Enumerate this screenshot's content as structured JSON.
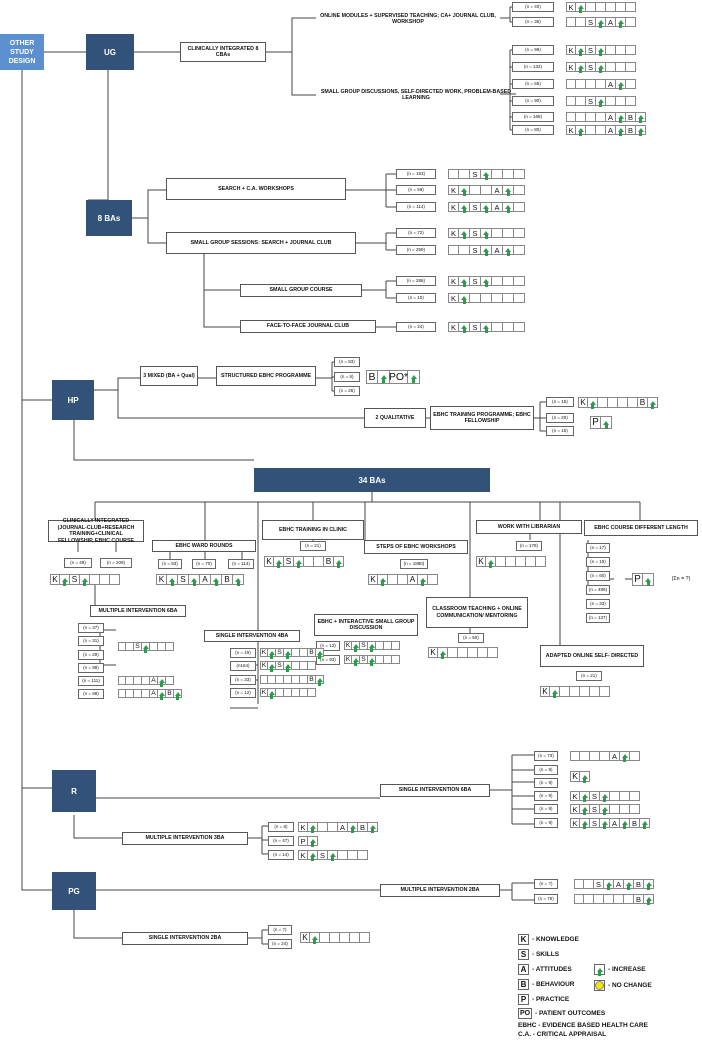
{
  "root": "OTHER STUDY DESIGN",
  "groups": {
    "ug": "UG",
    "ug8ba": "8 BAs",
    "hp": "HP",
    "hp34": "34 BAs",
    "r": "R",
    "pg": "PG"
  },
  "ug": {
    "clinically_integrated": "CLINICALLY INTEGRATED 8 CBAs",
    "online_modules": "ONLINE MODULES + SUPERVISED TEACHING; CA+ JOURNAL CLUB, WORKSHOP",
    "small_group_discussions": "SMALL GROUP DISCUSSIONS, SELF-DIRECTED WORK, PROBLEM-BASED LEARNING",
    "search_ca": "SEARCH + C.A. WORKSHOPS",
    "small_group_sessions": "SMALL GROUP SESSIONS: SEARCH + JOURNAL CLUB",
    "small_group_course": "SMALL GROUP COURSE",
    "face_to_face": "FACE-TO-FACE JOURNAL CLUB"
  },
  "hp": {
    "mixed": "3 MIXED (BA + Qual)",
    "structured": "STRUCTURED EBHC PROGRAMME",
    "qualitative": "2 QUALITATIVE",
    "training_fellowship": "EBHC TRAINING PROGRAMME; EBHC FELLOWSHIP",
    "clinically_integrated": "CLINICALLY INTEGRATED (JOURNAL-CLUB+RESEARCH TRAINING+CLINICAL FELLOWSHIP, EBHC COURSE",
    "multiple_6ba": "MULTIPLE INTERVENTION 6BA",
    "ward_rounds": "EBHC WARD ROUNDS",
    "single_4ba": "SINGLE INTERVENTION 4BA",
    "training_clinic": "EBHC TRAINING IN CLINIC",
    "interactive": "EBHC + INTERACTIVE SMALL GROUP DISCUSSION",
    "steps": "STEPS OF EBHC WORKSHOPS",
    "classroom": "CLASSROOM TEACHING + ONLINE COMMUNICATION/ MENTORING",
    "librarian": "WORK WITH LIBRARIAN",
    "adapted": "ADAPTED ONLINE SELF- DIRECTED",
    "course_length": "EBHC COURSE DIFFERENT LENGTH",
    "sigma_note": "(Σn = ?)"
  },
  "r": {
    "single_6ba": "SINGLE INTERVENTION 6BA",
    "multiple_3ba": "MULTIPLE INTERVENTION 3BA"
  },
  "pg": {
    "multiple_2ba": "MULTIPLE INTERVENTION 2BA",
    "single_2ba": "SINGLE INTERVENTION 2BA"
  },
  "n": {
    "ug_a1": "(n = 40)",
    "ug_a2": "(n = 36)",
    "ug_b1": "(n = 99)",
    "ug_b2": "(n = 132)",
    "ug_b3": "(n = 65)",
    "ug_b4": "(n = 90)",
    "ug_b5": "(n = 168)",
    "ug_b6": "(n = 80)",
    "ug_c1": "(n = 153)",
    "ug_c2": "(n = 59)",
    "ug_c3": "(n = 114)",
    "ug_d1": "(n = 72)",
    "ug_d2": "(n = 259)",
    "ug_e1": "(n = 286)",
    "ug_e2": "(n = 10)",
    "ug_f1": "(n = 24)",
    "hp_m1": "(n = 83)",
    "hp_m2": "(n = 6)",
    "hp_m3": "(n = 26)",
    "hp_q1": "(n = 15)",
    "hp_q2": "(n = 20)",
    "hp_q3": "(n = 15)",
    "ci1": "(n = 49)",
    "ci2": "(n = 209)",
    "m6_1": "(n = 37)",
    "m6_2": "(n = 31)",
    "m6_3": "(n = 29)",
    "m6_4": "(n = 98)",
    "m6_5": "(n = 111)",
    "m6_6": "(n = 98)",
    "wr1": "(n = 93)",
    "wr2": "(n = 70)",
    "wr3": "(n = 114)",
    "s4_1": "(n = 19)",
    "s4_2": "(n164)",
    "s4_3": "(n = 33)",
    "s4_4": "(n = 12)",
    "tc1": "(n = 21)",
    "ig1": "(n = 12)",
    "ig2": "(n = 93)",
    "st1": "(n = 1880)",
    "cl1": "(n = 50)",
    "lb1": "(n = 178)",
    "ad1": "(n = 21)",
    "cd1": "(n = 17)",
    "cd2": "(n = 19)",
    "cd3": "(n = 60)",
    "cd4": "(n = 489)",
    "cd5": "(n = 33)",
    "cd6": "(n = 137)",
    "r1": "(n = 73)",
    "r2": "(n = 9)",
    "r3": "(n = 9)",
    "r4": "(n = 9)",
    "r5": "(n = 9)",
    "r6": "(n = 9)",
    "rm1": "(n = 8)",
    "rm2": "(n = 47)",
    "rm3": "(n = 14)",
    "pm1": "(n = ?)",
    "pm2": "(n = 75)",
    "ps1": "(n = ?)",
    "ps2": "(n = 24)"
  },
  "outcome_rows": {
    "ug_a1": [
      "K",
      "^",
      "",
      "",
      "",
      "",
      ""
    ],
    "ug_a2": [
      "",
      "",
      "S",
      "^",
      "A",
      "^",
      ""
    ],
    "ug_b1": [
      "K",
      "^",
      "S",
      "^",
      "",
      "",
      ""
    ],
    "ug_b2": [
      "K",
      "^",
      "S",
      "^",
      "",
      "",
      ""
    ],
    "ug_b3": [
      "",
      "",
      "",
      "",
      "A",
      "^",
      ""
    ],
    "ug_b4": [
      "",
      "",
      "S",
      "^",
      "",
      "",
      ""
    ],
    "ug_b5": [
      "",
      "",
      "",
      "",
      "A",
      "^",
      "B",
      "^"
    ],
    "ug_b6": [
      "K",
      "^",
      "",
      "",
      "A",
      "^",
      "B",
      "^"
    ],
    "ug_c1": [
      "",
      "",
      "S",
      "^",
      "",
      "",
      ""
    ],
    "ug_c2": [
      "K",
      "^",
      "",
      "",
      "A",
      "^",
      ""
    ],
    "ug_c3": [
      "K",
      "^",
      "S",
      "^",
      "A",
      "^",
      ""
    ],
    "ug_d1": [
      "K",
      "^",
      "S",
      "^",
      "",
      "",
      ""
    ],
    "ug_d2": [
      "",
      "",
      "S",
      "^",
      "A",
      "^",
      ""
    ],
    "ug_e1": [
      "K",
      "^",
      "S",
      "^",
      "",
      "",
      ""
    ],
    "ug_e2": [
      "K",
      "^",
      "",
      "",
      "",
      "",
      ""
    ],
    "ug_f1": [
      "K",
      "^",
      "S",
      "^",
      "",
      "",
      ""
    ],
    "hp_m": [
      "B",
      "^",
      "PO*",
      "^"
    ],
    "hp_q1": [
      "K",
      "^",
      "",
      "",
      "",
      "",
      "B",
      "^"
    ],
    "hp_q2": [
      "P",
      "^"
    ],
    "ci": [
      "K",
      "^",
      "S",
      "^",
      "",
      "",
      ""
    ],
    "m6a": [
      "",
      "",
      "S",
      "^",
      "",
      "",
      ""
    ],
    "m6b": [
      "",
      "",
      "",
      "",
      "A",
      "^",
      ""
    ],
    "m6c": [
      "",
      "",
      "",
      "",
      "A",
      "^",
      "B",
      "^"
    ],
    "wr": [
      "K",
      "^",
      "S",
      "^",
      "A",
      "^",
      "B",
      "^"
    ],
    "s4a": [
      "K",
      "^",
      "S",
      "^",
      "",
      "",
      "B",
      "^"
    ],
    "s4b": [
      "K",
      "^",
      "S",
      "^",
      "",
      "",
      ""
    ],
    "s4c": [
      "",
      "",
      "",
      "",
      "",
      "",
      "B",
      "^"
    ],
    "s4d": [
      "K",
      "^",
      "",
      "",
      "",
      "",
      ""
    ],
    "tc": [
      "K",
      "^",
      "S",
      "^",
      "",
      "",
      "B",
      "^"
    ],
    "ig1": [
      "K",
      "^",
      "S",
      "^",
      "",
      "",
      ""
    ],
    "ig2": [
      "K",
      "^",
      "S",
      "^",
      "",
      "",
      ""
    ],
    "st": [
      "K",
      "^",
      "",
      "",
      "A",
      "^",
      ""
    ],
    "cl": [
      "K",
      "^",
      "",
      "",
      "",
      "",
      ""
    ],
    "lb": [
      "K",
      "^",
      "",
      "",
      "",
      "",
      ""
    ],
    "ad": [
      "K",
      "^",
      "",
      "",
      "",
      "",
      ""
    ],
    "cd": [
      "P",
      "^"
    ],
    "r1": [
      "",
      "",
      "",
      "",
      "A",
      "^",
      ""
    ],
    "r23": [
      "K",
      "^"
    ],
    "r4": [
      "K",
      "^",
      "S",
      "^",
      "",
      "",
      ""
    ],
    "r5": [
      "K",
      "^",
      "S",
      "^",
      "",
      "",
      ""
    ],
    "r6": [
      "K",
      "^",
      "S",
      "^",
      "A",
      "^",
      "B",
      "^"
    ],
    "rm1": [
      "K",
      "^",
      "",
      "",
      "A",
      "^",
      "B",
      "^"
    ],
    "rm2": [
      "P",
      "^"
    ],
    "rm3": [
      "K",
      "^",
      "S",
      "^",
      "",
      "",
      ""
    ],
    "pm1": [
      "",
      "",
      "S",
      "^",
      "A",
      "^",
      "B",
      "^"
    ],
    "pm2": [
      "",
      "",
      "",
      "",
      "",
      "",
      "B",
      "^"
    ],
    "ps": [
      "K",
      "^",
      "",
      "",
      "",
      "",
      ""
    ]
  },
  "legend": {
    "k": "K",
    "k_label": "- KNOWLEDGE",
    "s": "S",
    "s_label": "- SKILLS",
    "a": "A",
    "a_label": "- ATTITUDES",
    "b": "B",
    "b_label": "- BEHAVIOUR",
    "p": "P",
    "p_label": "- PRACTICE",
    "po": "PO",
    "po_label": "- PATIENT OUTCOMES",
    "increase": "- INCREASE",
    "no_change": "- NO CHANGE",
    "ebhc": "EBHC - EVIDENCE BASED HEALTH CARE",
    "ca": "C.A. - CRITICAL APPRAISAL"
  },
  "colors": {
    "dark_node": "#32527a",
    "light_node": "#5b8fd0",
    "increase": "#2e9a4e",
    "no_change": "#f2e600"
  }
}
